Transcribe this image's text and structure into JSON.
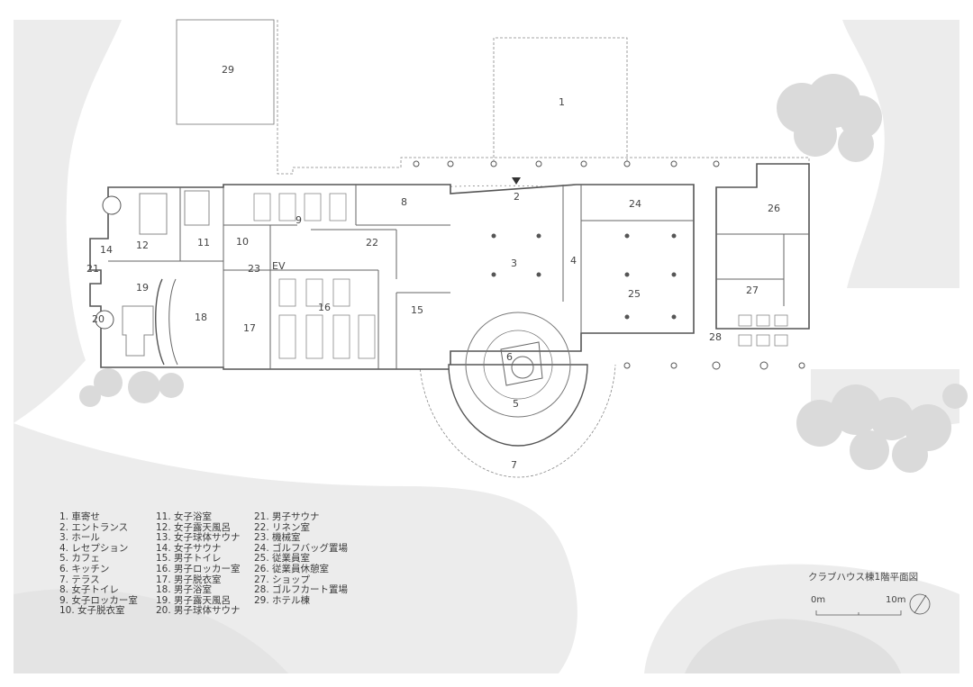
{
  "legend": {
    "col1": [
      "1. 車寄せ",
      "2. エントランス",
      "3. ホール",
      "4. レセプション",
      "5. カフェ",
      "6. キッチン",
      "7. テラス",
      "8. 女子トイレ",
      "9. 女子ロッカー室",
      "10. 女子脱衣室"
    ],
    "col2": [
      "11. 女子浴室",
      "12. 女子露天風呂",
      "13. 女子球体サウナ",
      "14. 女子サウナ",
      "15. 男子トイレ",
      "16. 男子ロッカー室",
      "17. 男子脱衣室",
      "18. 男子浴室",
      "19. 男子露天風呂",
      "20. 男子球体サウナ"
    ],
    "col3": [
      "21. 男子サウナ",
      "22. リネン室",
      "23. 機械室",
      "24. ゴルフバッグ置場",
      "25. 従業員室",
      "26. 従業員休憩室",
      "27. ショップ",
      "28. ゴルフカート置場",
      "29. ホテル棟"
    ]
  },
  "title": "クラブハウス棟1階平面図",
  "scale": {
    "start": "0m",
    "end": "10m"
  },
  "rooms": {
    "r1": "1",
    "r2": "2",
    "r3": "3",
    "r4": "4",
    "r5": "5",
    "r6": "6",
    "r7": "7",
    "r8": "8",
    "r9": "9",
    "r10": "10",
    "r11": "11",
    "r12": "12",
    "r14": "14",
    "r15": "15",
    "r16": "16",
    "r17": "17",
    "r18": "18",
    "r19": "19",
    "r20": "20",
    "r21": "21",
    "r22": "22",
    "r23": "23",
    "r24": "24",
    "r25": "25",
    "r26": "26",
    "r27": "27",
    "r28": "28",
    "r29": "29",
    "ev": "EV"
  },
  "colors": {
    "ground": "#ebebeb",
    "trees": "#d9d9d9",
    "walls": "#555555",
    "lines": "#888888"
  }
}
